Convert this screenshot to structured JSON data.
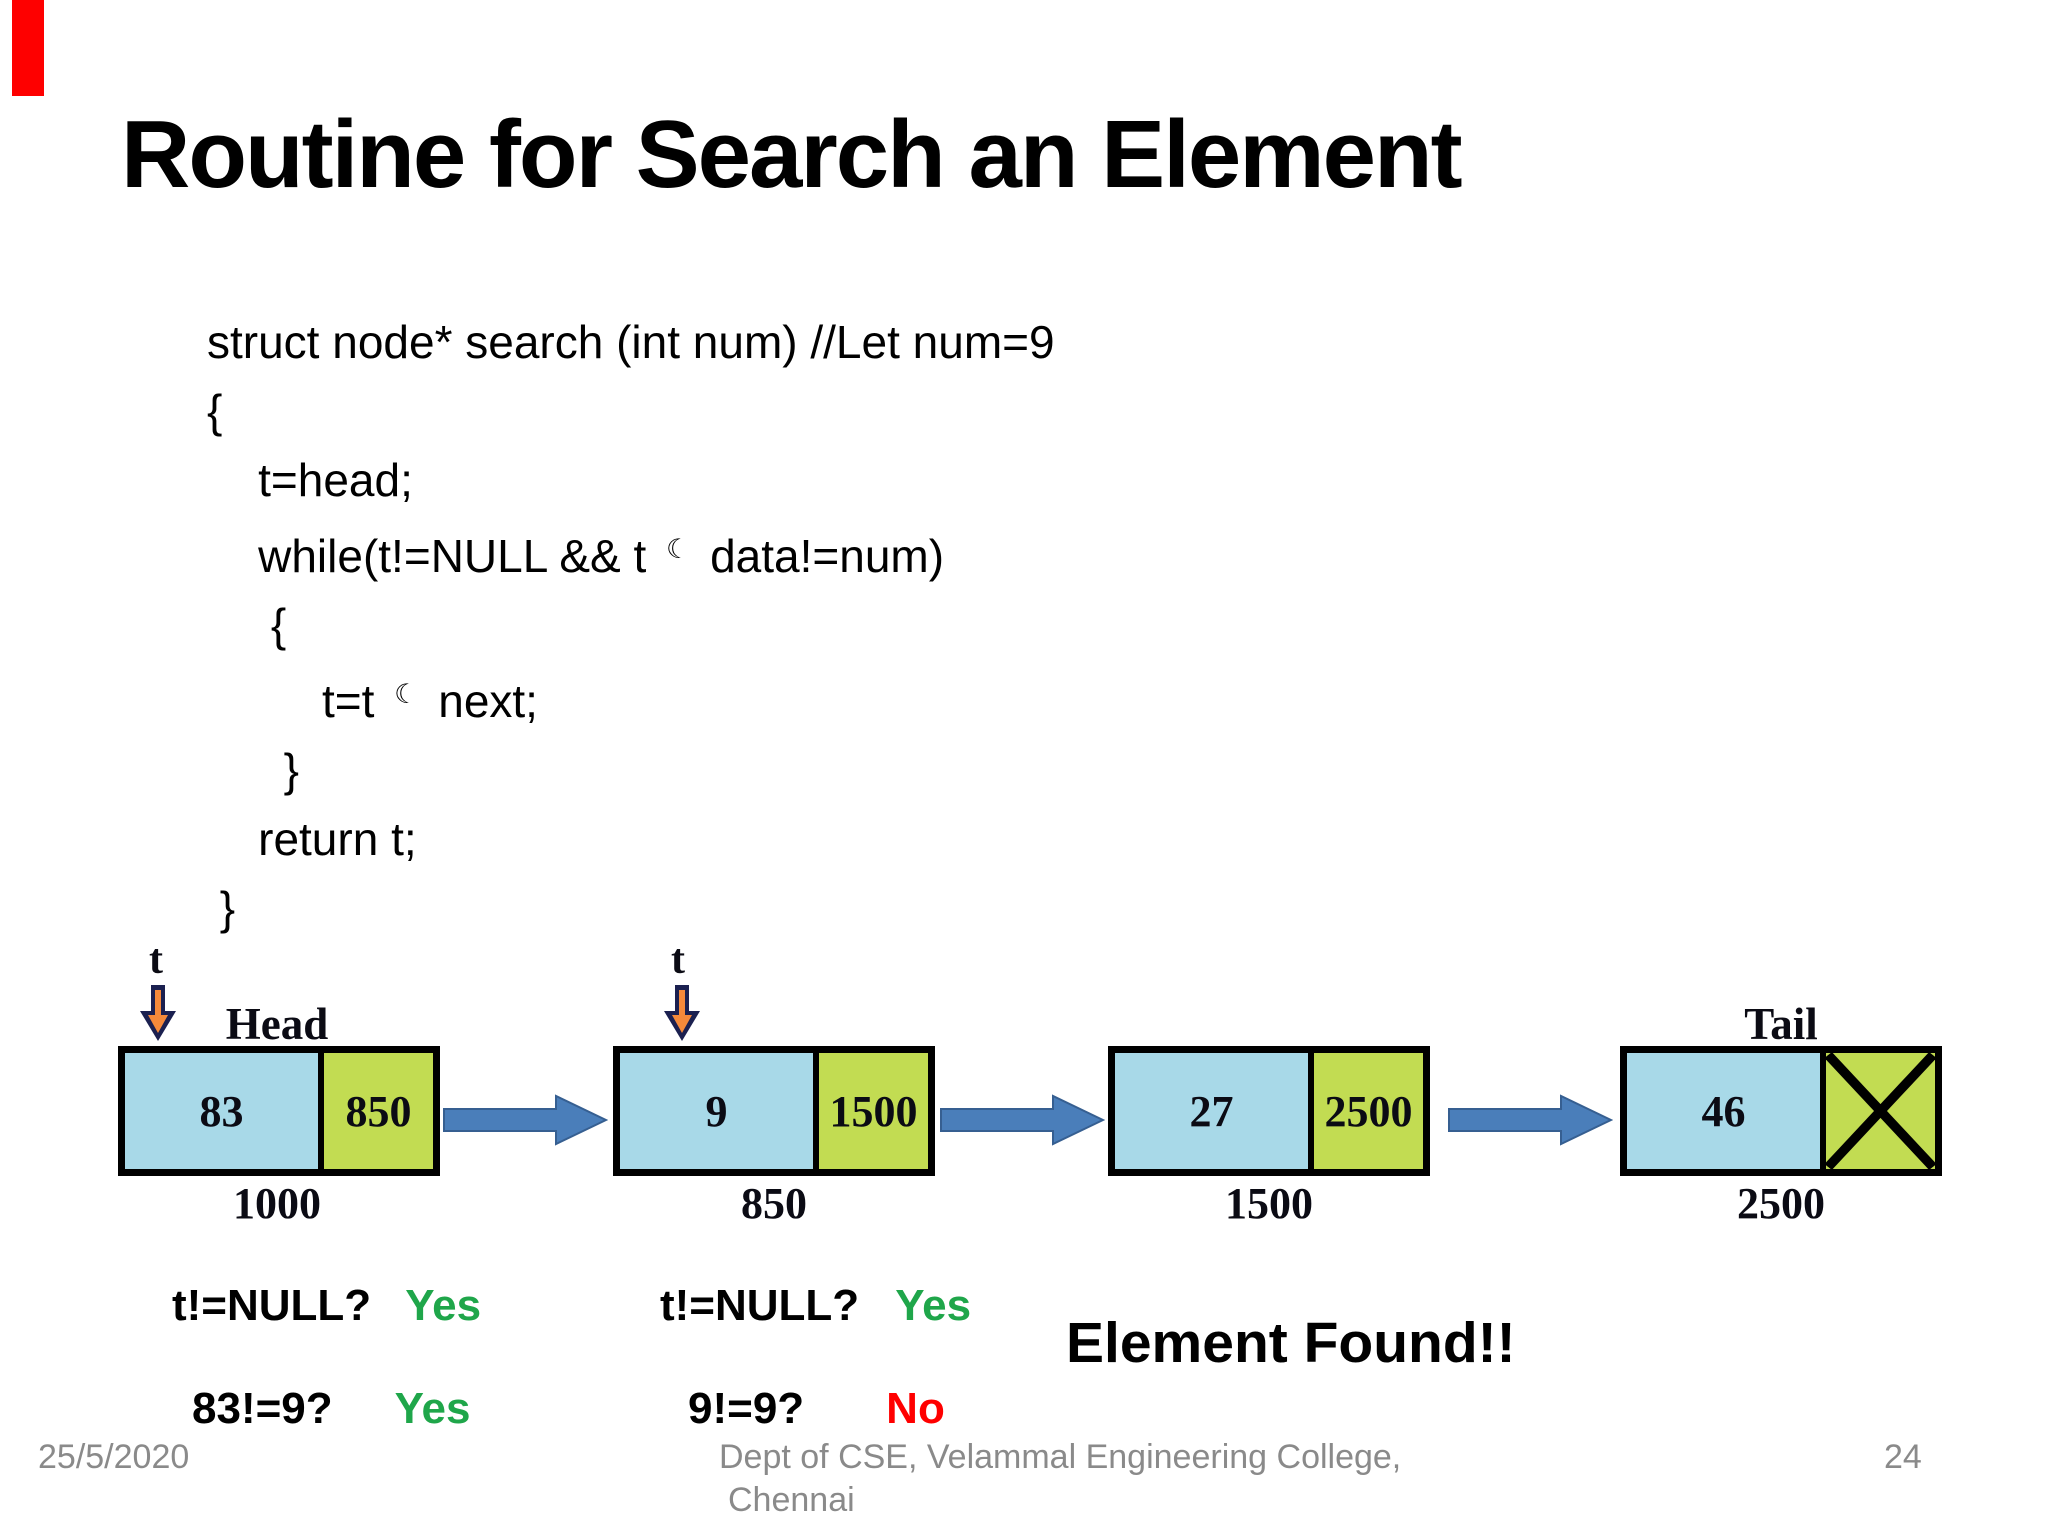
{
  "accent_bar_color": "#fe0000",
  "title": "Routine for Search an Element",
  "code": {
    "arrow_token": "☾",
    "lines": [
      "struct node* search (int num) //Let num=9",
      "{",
      "    t=head;",
      "    while(t!=NULL && t ☾ data!=num)",
      "     {",
      "         t=t ☾ next;",
      "      }",
      "    return t;",
      " }"
    ]
  },
  "diagram": {
    "pointer_label": "t",
    "head_label": "Head",
    "tail_label": "Tail",
    "nodes": [
      {
        "data": "83",
        "next": "850",
        "address": "1000"
      },
      {
        "data": "9",
        "next": "1500",
        "address": "850"
      },
      {
        "data": "27",
        "next": "2500",
        "address": "1500"
      },
      {
        "data": "46",
        "next": "",
        "address": "2500",
        "null_next": true
      }
    ],
    "colors": {
      "data_cell_blue": "#a8d9e8",
      "next_cell_green": "#c2dc52",
      "link_arrow_blue": "#4a7eba",
      "link_arrow_border": "#365f91",
      "pointer_fill_orange": "#f5893a",
      "pointer_outline_navy": "#1b2050"
    }
  },
  "checks": [
    {
      "question": "t!=NULL?",
      "answer": "Yes",
      "status": "yes"
    },
    {
      "question": "t!=NULL?",
      "answer": "Yes",
      "status": "yes"
    },
    {
      "question": "83!=9?",
      "answer": "Yes",
      "status": "yes"
    },
    {
      "question": "9!=9?",
      "answer": "No",
      "status": "no"
    }
  ],
  "status_colors": {
    "yes": "#1fa64a",
    "no": "#ff0000"
  },
  "result_text": "Element Found!!",
  "footer": {
    "date": "25/5/2020",
    "department": "Dept of CSE, Velammal Engineering College,",
    "city": "Chennai",
    "page": "24"
  }
}
